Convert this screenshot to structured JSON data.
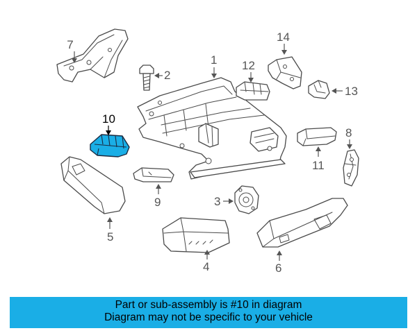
{
  "diagram": {
    "highlight_color": "#1aaee6",
    "highlighted_part": "10",
    "callouts": [
      "1",
      "2",
      "3",
      "4",
      "5",
      "6",
      "7",
      "8",
      "9",
      "10",
      "11",
      "12",
      "13",
      "14"
    ]
  },
  "banner": {
    "line1": "Part or sub-assembly is #10 in diagram",
    "line2": "Diagram may not be specific to your vehicle"
  }
}
